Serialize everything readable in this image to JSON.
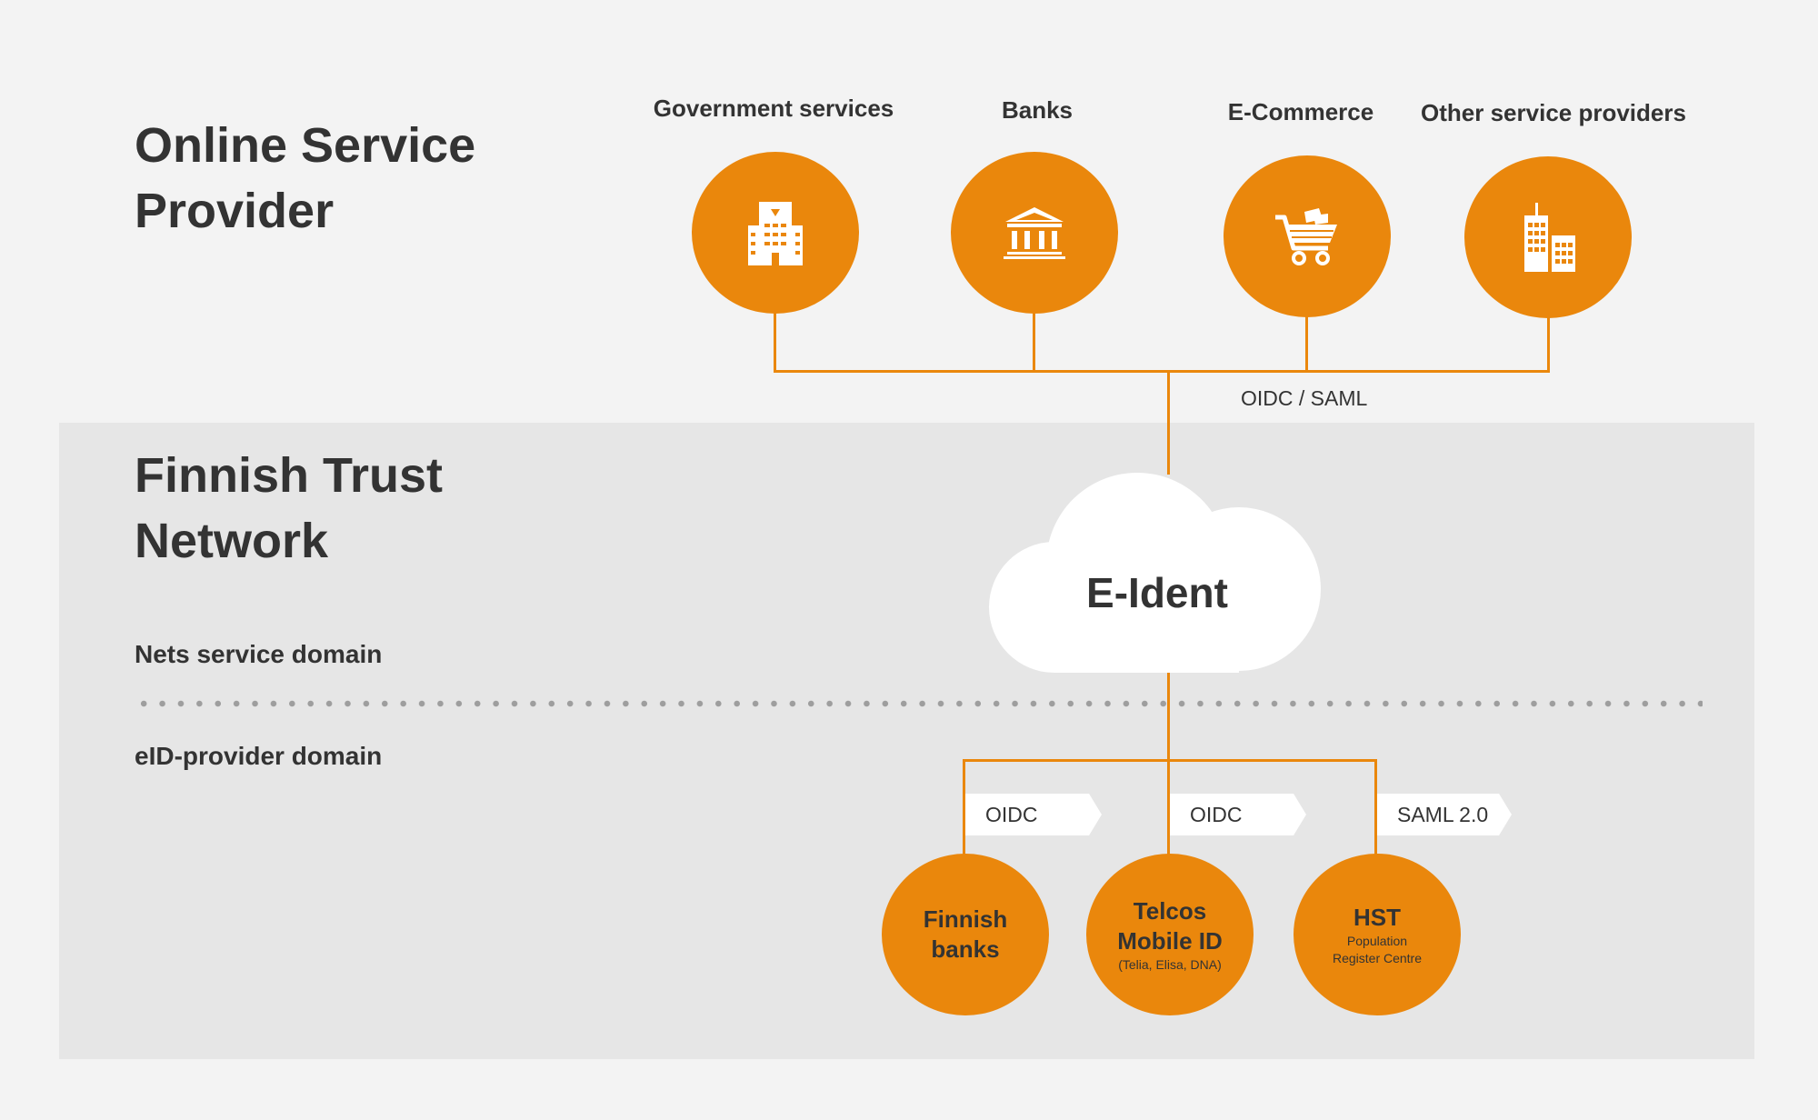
{
  "sections": {
    "online_title": "Online Service\nProvider",
    "trust_title": "Finnish Trust\nNetwork",
    "nets_domain": "Nets service domain",
    "eid_domain": "eID-provider domain"
  },
  "providers": [
    {
      "label": "Government services",
      "icon": "government-building-icon"
    },
    {
      "label": "Banks",
      "icon": "bank-icon"
    },
    {
      "label": "E-Commerce",
      "icon": "shopping-cart-icon"
    },
    {
      "label": "Other service providers",
      "icon": "office-buildings-icon"
    }
  ],
  "hub": {
    "label": "E-Ident",
    "upstream_protocol": "OIDC / SAML"
  },
  "eid_providers": [
    {
      "title": "Finnish\nbanks",
      "subtitle": "",
      "protocol": "OIDC"
    },
    {
      "title": "Telcos\nMobile ID",
      "subtitle": "(Telia, Elisa, DNA)",
      "protocol": "OIDC"
    },
    {
      "title": "HST",
      "subtitle": "Population\nRegister Centre",
      "protocol": "SAML 2.0"
    }
  ],
  "colors": {
    "accent": "#ea870c",
    "band": "#e6e6e6",
    "background": "#f3f3f3",
    "text": "#333333"
  }
}
